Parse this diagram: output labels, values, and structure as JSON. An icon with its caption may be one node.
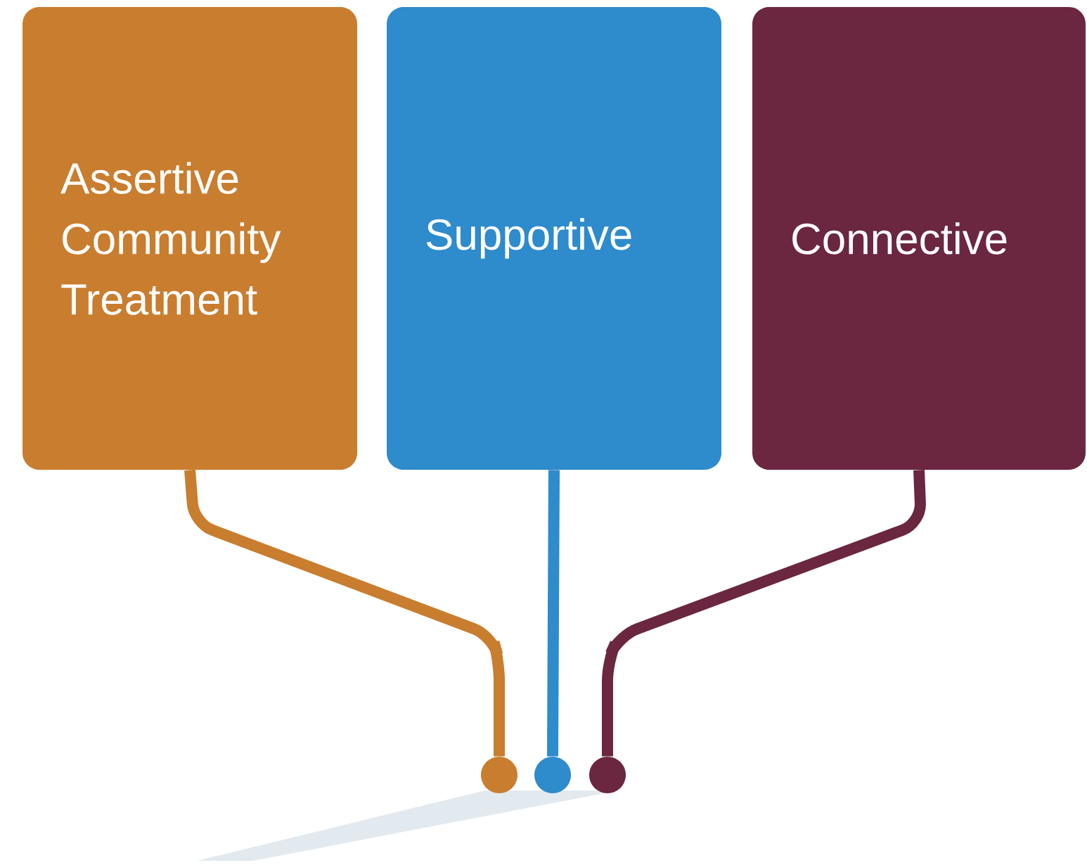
{
  "diagram": {
    "nodes": [
      {
        "text": [
          "Assertive Community Treatment"
        ]
      },
      {
        "text": [
          "Supportive"
        ]
      },
      {
        "text": [
          "Connective"
        ]
      },
      {
        "text": [],
        "shape": "circle"
      },
      {
        "text": [],
        "shape": "circle"
      },
      {
        "text": [],
        "shape": "circle"
      }
    ],
    "edges": [
      {
        "from": 0,
        "to": 3,
        "arrow": "none",
        "color": "#c97d2e"
      },
      {
        "from": 1,
        "to": 4,
        "arrow": "none",
        "color": "#2e8bcc"
      },
      {
        "from": 2,
        "to": 5,
        "arrow": "none",
        "color": "#6b2640"
      }
    ]
  }
}
